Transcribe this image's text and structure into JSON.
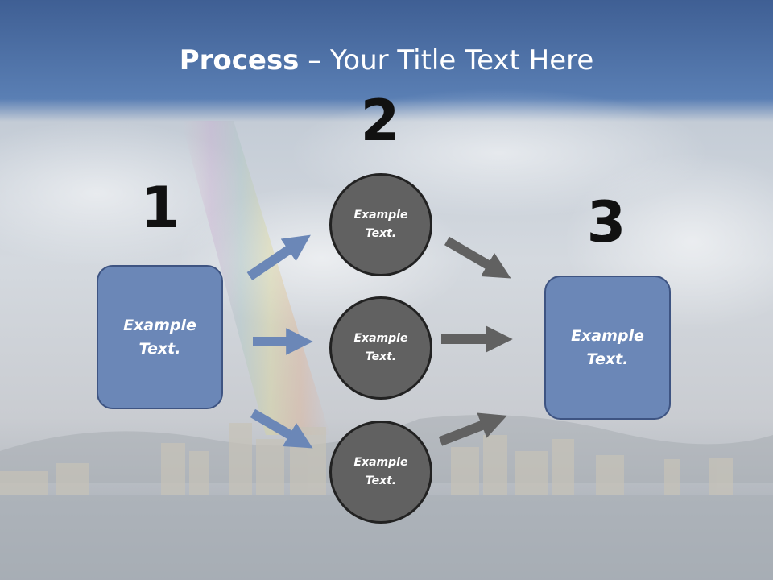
{
  "title": {
    "bold": "Process",
    "rest": " – Your Title Text Here"
  },
  "steps": {
    "one": "1",
    "two": "2",
    "three": "3"
  },
  "left_box": {
    "line1": "Example",
    "line2": "Text."
  },
  "right_box": {
    "line1": "Example",
    "line2": "Text."
  },
  "circles": [
    {
      "line1": "Example",
      "line2": "Text."
    },
    {
      "line1": "Example",
      "line2": "Text."
    },
    {
      "line1": "Example",
      "line2": "Text."
    }
  ],
  "colors": {
    "box_fill": "#6b87b7",
    "circle_fill": "#616161",
    "blue_arrow": "#6b87b7",
    "gray_arrow": "#616161",
    "title_band": "#5b7fb3"
  }
}
